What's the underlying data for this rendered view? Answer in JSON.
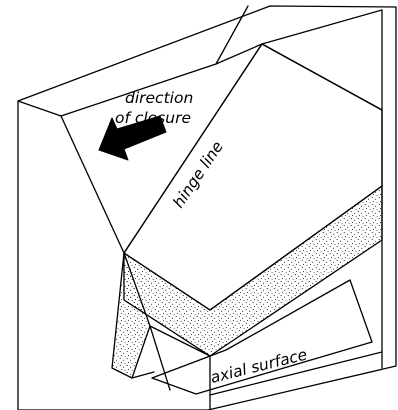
{
  "labels": {
    "direction_line1": "direction",
    "direction_line2": "of closure",
    "hinge_line": "hinge line",
    "axial_surface": "axial surface"
  },
  "colors": {
    "ink": "#000000",
    "background": "#ffffff",
    "stipple": "#000000"
  }
}
